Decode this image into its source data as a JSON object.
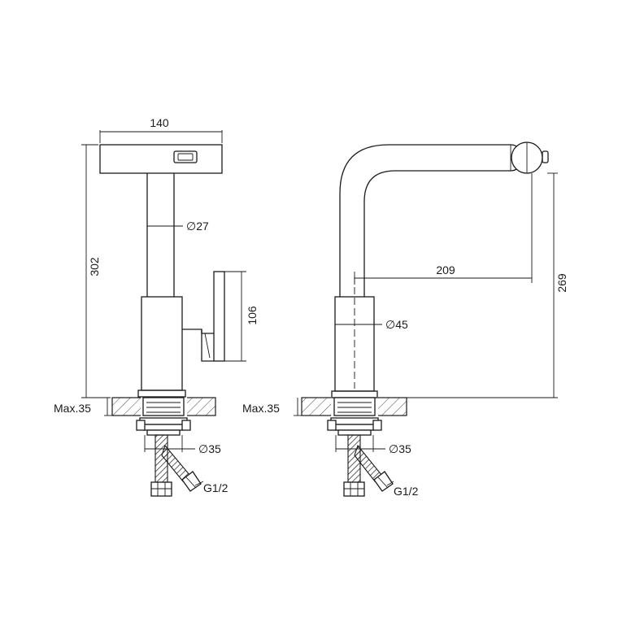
{
  "dimensions": {
    "total_width": "140",
    "spout_diameter": "∅27",
    "total_height": "302",
    "handle_height": "106",
    "max_thickness_left": "Max.35",
    "hole_diameter_left": "∅35",
    "connector_left": "G1/2",
    "spout_reach": "209",
    "spout_height": "269",
    "body_diameter": "∅45",
    "max_thickness_right": "Max.35",
    "hole_diameter_right": "∅35",
    "connector_right": "G1/2"
  }
}
